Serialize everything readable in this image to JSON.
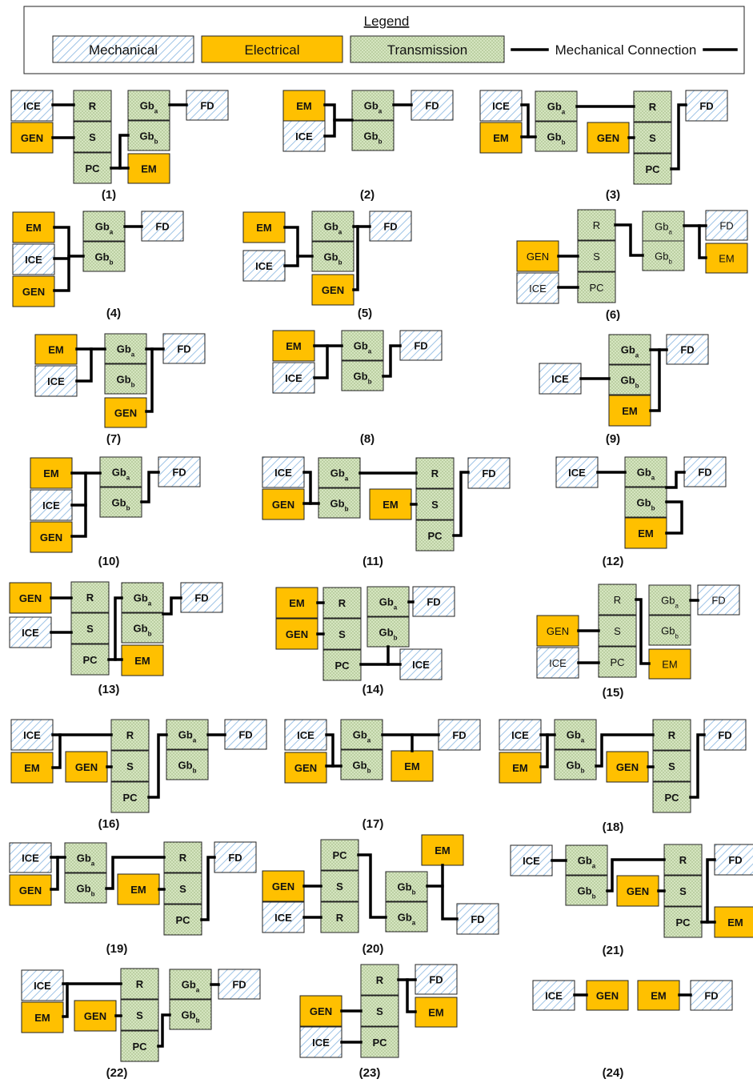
{
  "legend": {
    "title": "Legend",
    "mechanical": "Mechanical",
    "electrical": "Electrical",
    "transmission": "Transmission",
    "connection": "Mechanical Connection"
  },
  "colors": {
    "mechanical_hatch": "#9dc3e6",
    "electrical": "#ffc000",
    "transmission_fill": "#d5e5c0",
    "transmission_dot": "#7f9a5a",
    "line": "#000000"
  },
  "labels": {
    "ICE": "ICE",
    "GEN": "GEN",
    "EM": "EM",
    "FD": "FD",
    "R": "R",
    "S": "S",
    "PC": "PC",
    "Gb": "Gb",
    "sub_a": "a",
    "sub_b": "b"
  },
  "captions": [
    "(1)",
    "(2)",
    "(3)",
    "(4)",
    "(5)",
    "(6)",
    "(7)",
    "(8)",
    "(9)",
    "(10)",
    "(11)",
    "(12)",
    "(13)",
    "(14)",
    "(15)",
    "(16)",
    "(17)",
    "(18)",
    "(19)",
    "(20)",
    "(21)",
    "(22)",
    "(23)",
    "(24)"
  ]
}
